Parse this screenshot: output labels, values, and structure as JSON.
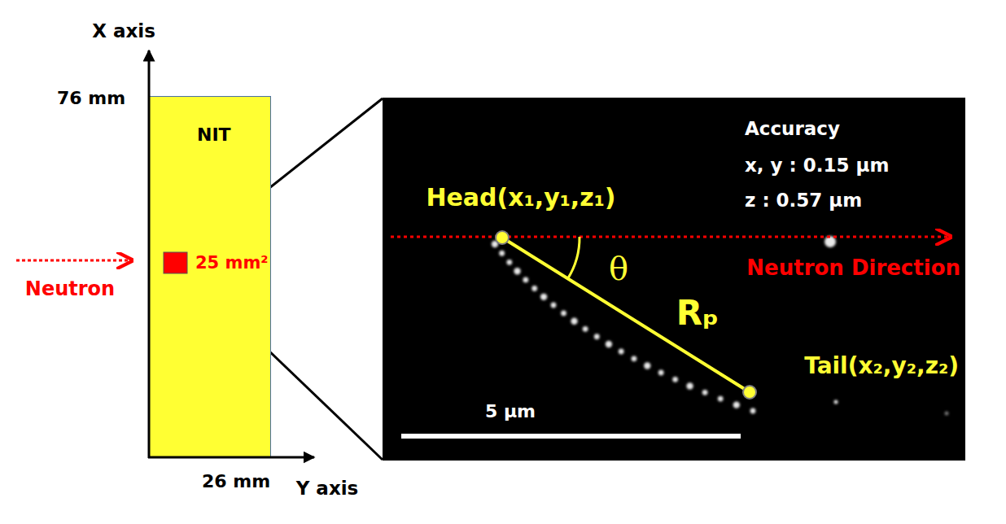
{
  "diagram": {
    "nodes": [
      {
        "text": [
          "NIT"
        ]
      }
    ],
    "labels": [
      "X axis",
      "76 mm",
      "26 mm",
      "Y axis",
      "25 mm²",
      "Neutron",
      "Head(x₁,y₁,z₁)",
      "θ",
      "Rₚ",
      "Tail(x₂,y₂,z₂)",
      "Accuracy",
      "x, y : 0.15 μm",
      "z : 0.57 μm",
      "Neutron Direction",
      "5 μm"
    ]
  }
}
